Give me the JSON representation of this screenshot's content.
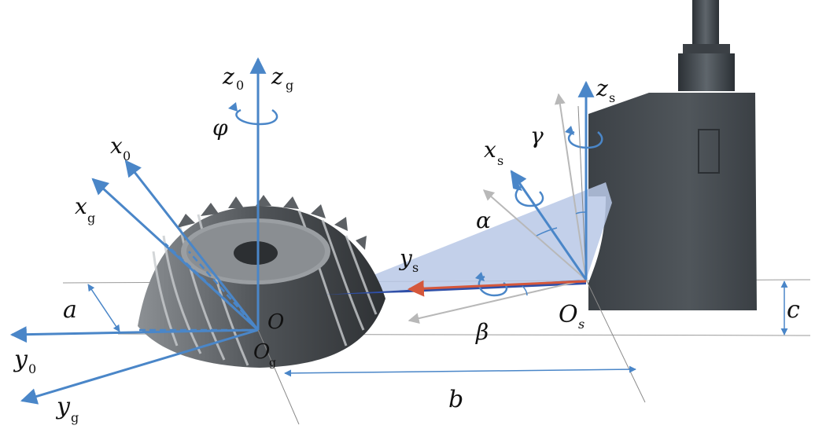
{
  "labels": {
    "z0": "z",
    "z0_sub": "0",
    "zg": "z",
    "zg_sub": "g",
    "phi": "φ",
    "x0": "x",
    "x0_sub": "0",
    "xg": "x",
    "xg_sub": "g",
    "a": "a",
    "y0": "y",
    "y0_sub": "0",
    "yg": "y",
    "yg_sub": "g",
    "O": "O",
    "Og": "O",
    "Og_sub": "g",
    "zs": "z",
    "zs_sub": "s",
    "gamma": "γ",
    "xs": "x",
    "xs_sub": "s",
    "alpha": "α",
    "ys": "y",
    "ys_sub": "s",
    "Os": "O",
    "Os_sub": "s",
    "beta": "β",
    "c": "c",
    "b": "b"
  },
  "colors": {
    "axis_blue": "#4a86c8",
    "gray_axis": "#b8b8b8",
    "red_vector": "#d5573b",
    "dark_blue_vector": "#2f4fa8",
    "light_blue_plane": "#b9c8e6",
    "machine_gray": "#4a4f54",
    "gear_gray": "#6d7175"
  },
  "icons": [
    "rotation-arrow-icon"
  ]
}
